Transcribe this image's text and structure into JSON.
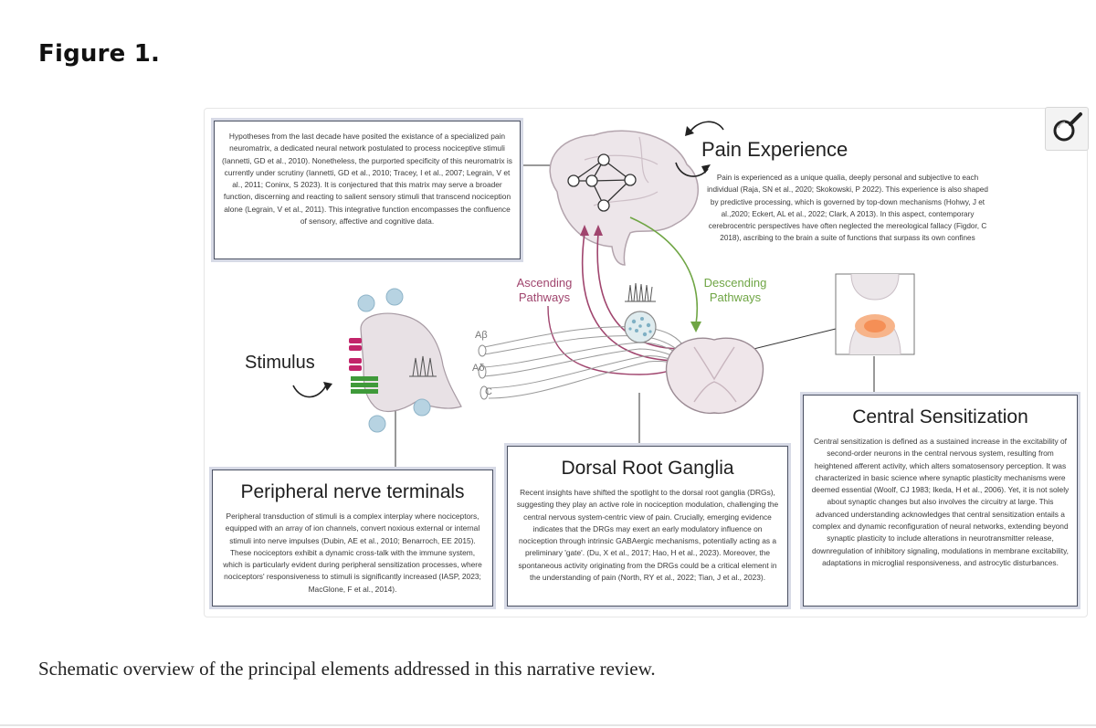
{
  "figure_label": "Figure 1.",
  "caption": "Schematic overview of the principal elements addressed in this narrative review.",
  "zoom_button": {
    "icon": "magnifier-icon"
  },
  "diagram": {
    "neuromatrix_text": "Hypotheses from the last decade have posited the existance of a specialized pain neuromatrix, a dedicated neural network postulated to process nociceptive stimuli (Iannetti, GD et al., 2010). Nonetheless, the purported specificity of this neuromatrix is currently under scrutiny (Iannetti, GD et al., 2010; Tracey, I et al., 2007; Legrain, V et al., 2011; Coninx, S 2023). It is conjectured that this matrix may serve a broader function, discerning and reacting to salient sensory stimuli that transcend nociception alone (Legrain, V et al., 2011). This integrative function encompasses the confluence of sensory, affective and cognitive data.",
    "pain_experience_title": "Pain Experience",
    "pain_experience_text": "Pain is experienced as a unique qualia, deeply personal and subjective to each individual (Raja, SN et al., 2020; Skokowski, P 2022). This experience is also shaped by predictive processing, which is governed by top-down mechanisms (Hohwy, J et al.,2020; Eckert, AL et al., 2022; Clark, A 2013). In this aspect, contemporary cerebrocentric perspectives have often neglected the mereological fallacy (Figdor, C 2018), ascribing to the brain a suite of functions that surpass its own confines",
    "ascending_label": "Ascending Pathways",
    "descending_label": "Descending Pathways",
    "stimulus_label": "Stimulus",
    "fiber_labels": [
      "Aβ",
      "Aδ",
      "C"
    ],
    "peripheral_title": "Peripheral nerve terminals",
    "peripheral_text": "Peripheral transduction of stimuli is a complex interplay where nociceptors, equipped with an array of ion channels, convert noxious external or internal stimuli into nerve impulses (Dubin, AE et al., 2010; Benarroch, EE 2015). These nociceptors exhibit a dynamic cross-talk with the immune system, which is particularly evident during peripheral sensitization processes, where nociceptors' responsiveness to stimuli is significantly increased (IASP, 2023; MacGlone, F et al., 2014).",
    "drg_title": "Dorsal Root Ganglia",
    "drg_text": "Recent insights have shifted the spotlight to the dorsal root ganglia (DRGs), suggesting they play an active role in nociception modulation, challenging the central nervous system-centric view of pain. Crucially, emerging evidence indicates that the DRGs may exert an early modulatory influence on nociception through intrinsic GABAergic mechanisms, potentially acting as a preliminary 'gate'. (Du, X et al., 2017; Hao, H et al., 2023). Moreover, the spontaneous activity originating from the DRGs could be a critical element in the understanding of pain (North, RY et al., 2022; Tian, J et al., 2023).",
    "central_title": "Central Sensitization",
    "central_text": "Central sensitization is defined as a sustained increase in the excitability of second-order neurons in the central nervous system, resulting from heightened afferent activity, which alters somatosensory perception. It was characterized in basic science where synaptic plasticity mechanisms were deemed essential (Woolf, CJ 1983; Ikeda, H et al., 2006). Yet, it is not solely about synaptic changes but also involves the circuitry at large. This advanced understanding acknowledges that central sensitization entails a complex and dynamic reconfiguration of neural networks, extending beyond synaptic plasticity to include alterations in neurotransmitter release, downregulation of inhibitory signaling, modulations in membrane excitability, adaptations in microglial responsiveness, and astrocytic disturbances.",
    "colors": {
      "ascending": "#a0456e",
      "descending": "#6fa544",
      "box_border": "#4a5062",
      "box_halo": "#d7dae6",
      "tissue": "#e6dfe3",
      "receptor": "#c2246a",
      "channel": "#3f9a3a",
      "immune": "#b7d3e2",
      "hotspot": "#f59a5c"
    }
  }
}
